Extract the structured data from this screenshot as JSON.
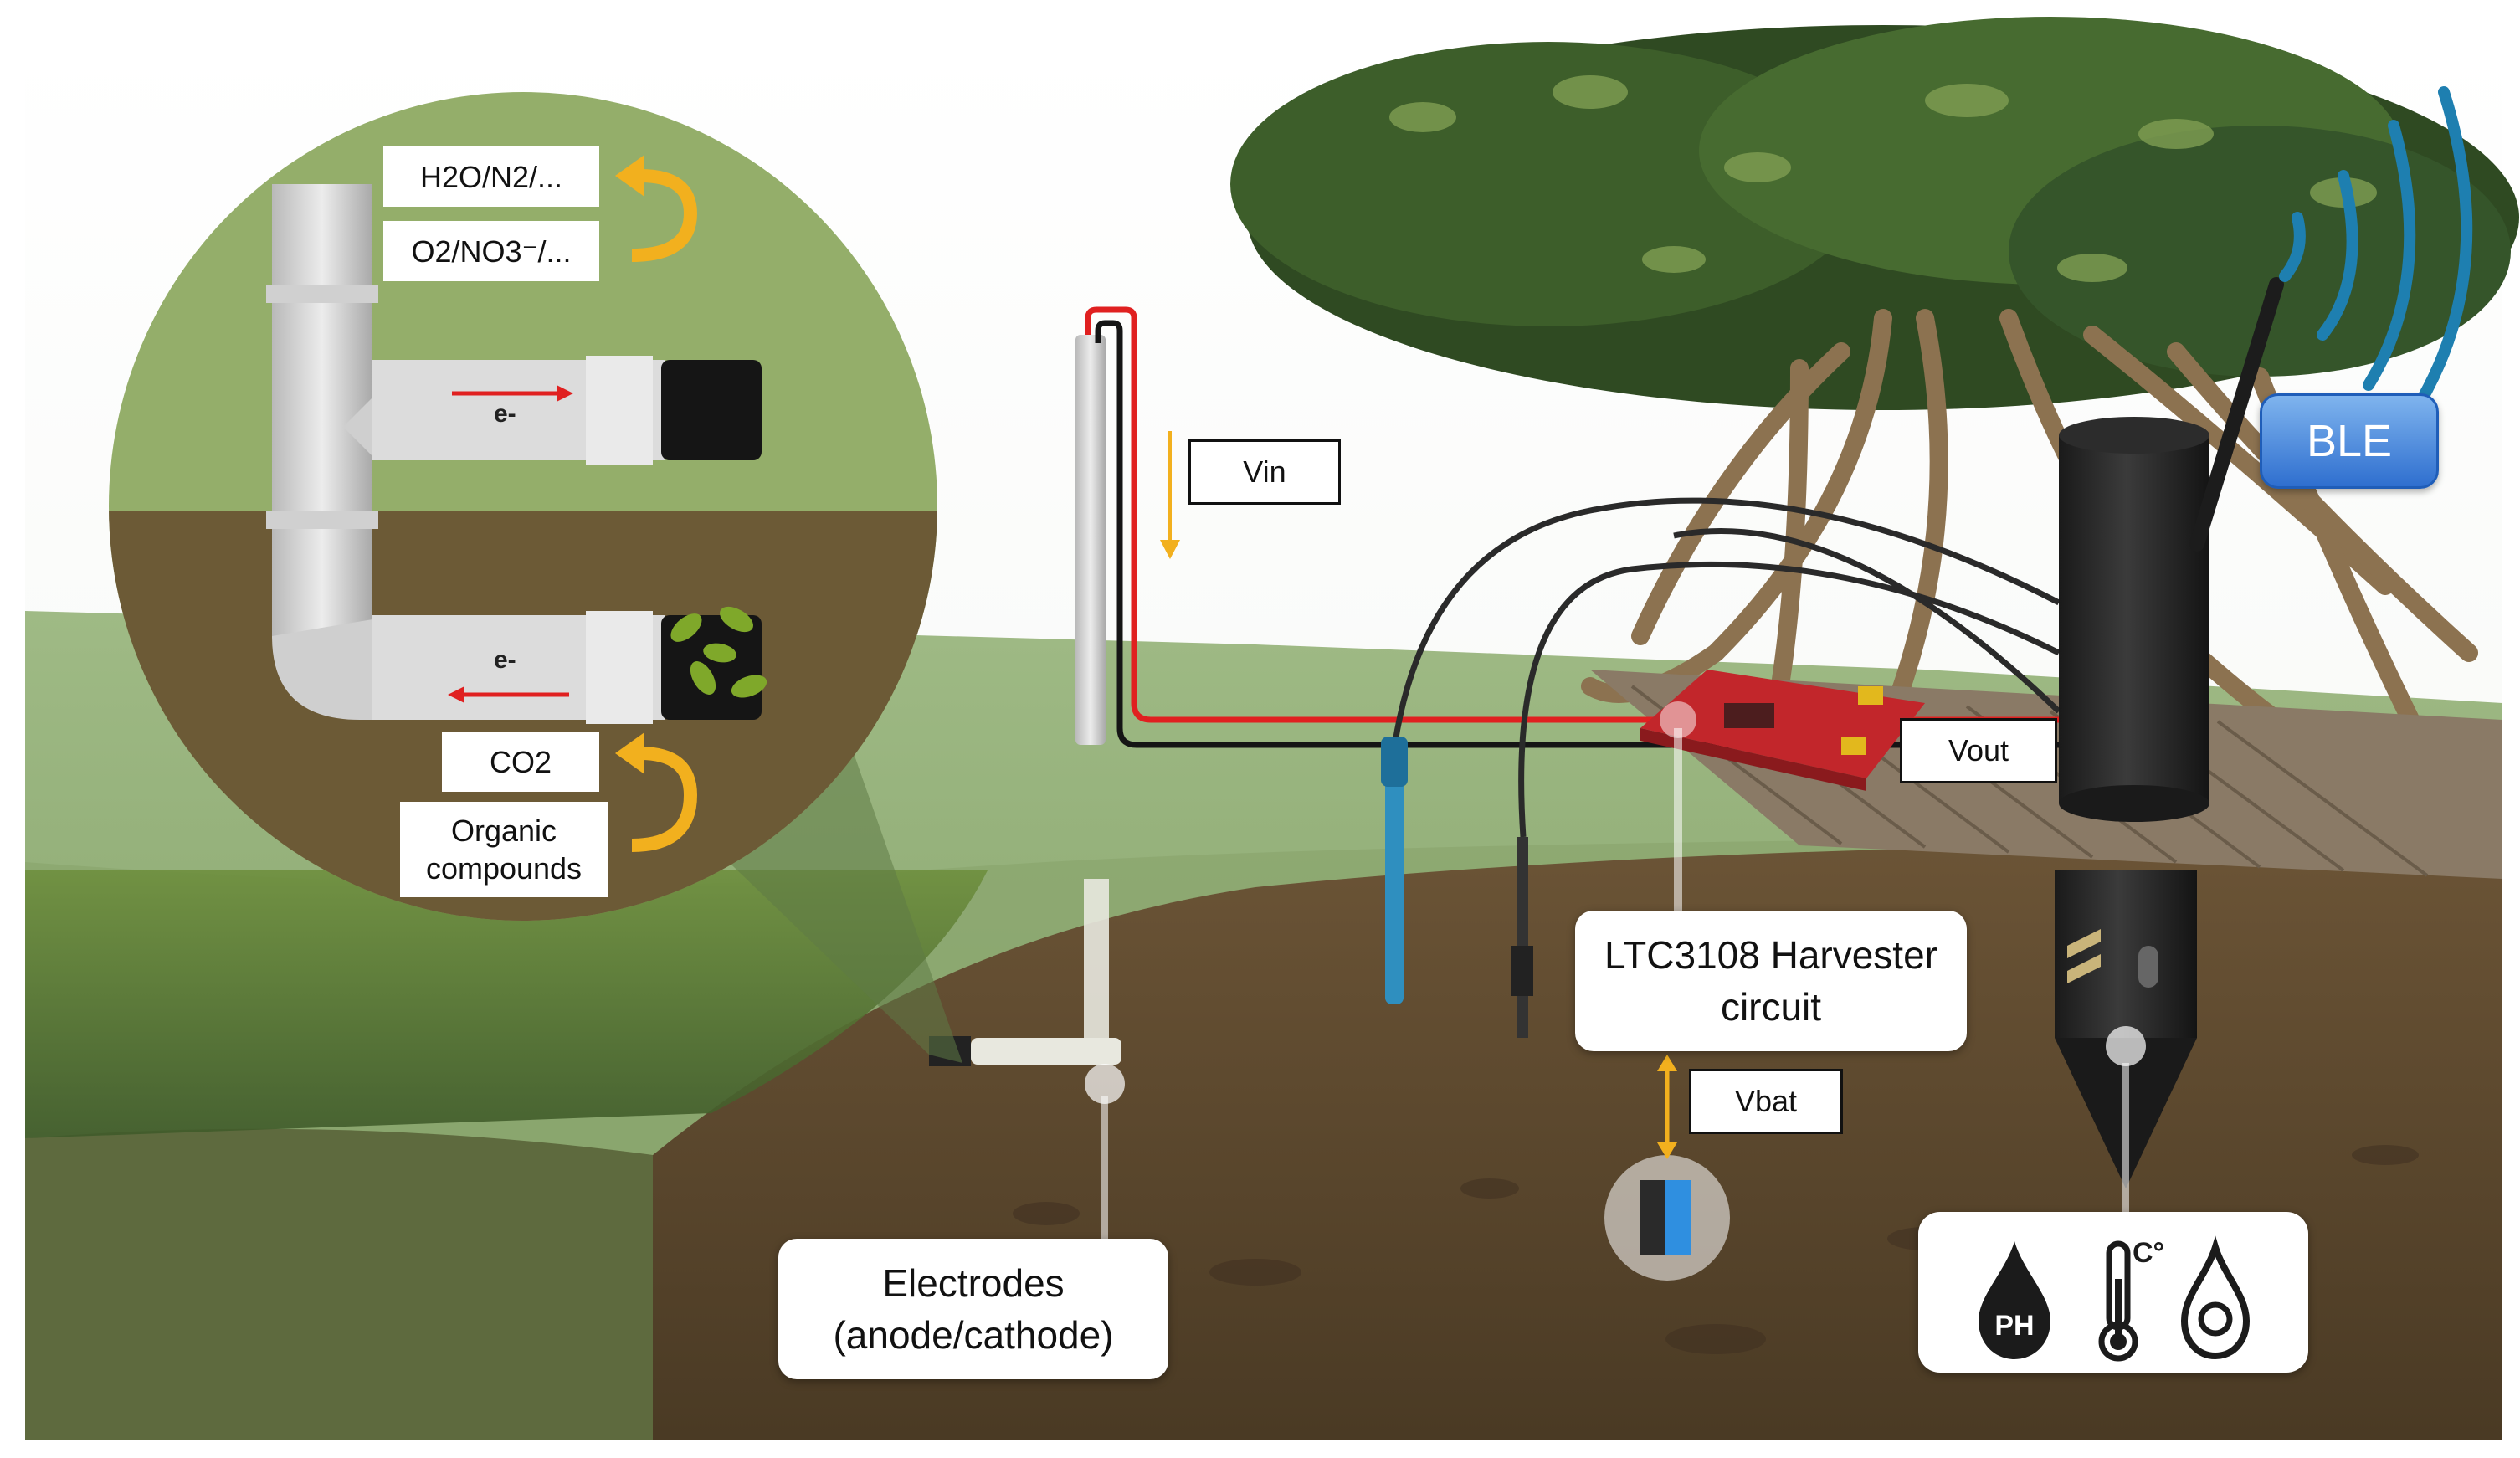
{
  "inset": {
    "out_top": "H2O/N2/...",
    "in_top": "O2/NO3⁻/...",
    "electron_top": "e-",
    "electron_bottom": "e-",
    "out_bottom": "CO2",
    "in_bottom": "Organic compounds"
  },
  "labels": {
    "vin": "Vin",
    "vout": "Vout",
    "vbat": "Vbat",
    "ble": "BLE",
    "harvester": "LTC3108 Harvester circuit",
    "electrodes": "Electrodes (anode/cathode)"
  },
  "sensors": {
    "ph_text": "PH",
    "temp_unit": "C°",
    "icons": [
      "ph-drop-icon",
      "thermometer-icon",
      "moisture-drop-icon"
    ]
  },
  "colors": {
    "wire_red": "#e02020",
    "wire_black": "#151515",
    "arrow_yellow": "#f2b01e",
    "ble_blue": "#2f6fcf",
    "signal_blue": "#1e7fb0"
  }
}
